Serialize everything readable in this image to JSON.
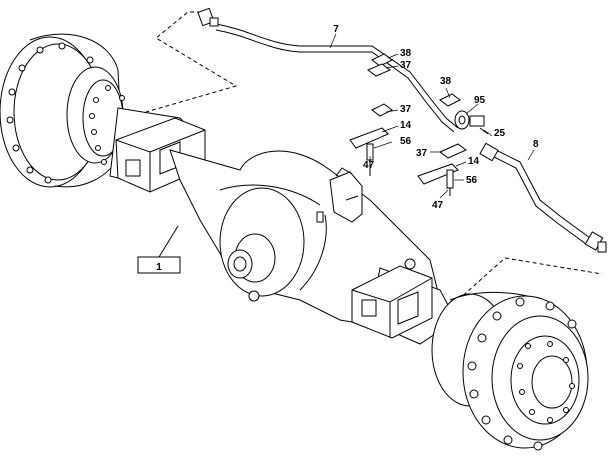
{
  "labels": {
    "l7": "7",
    "l38a": "38",
    "l37a": "37",
    "l38b": "38",
    "l95": "95",
    "l37b": "37",
    "l14a": "14",
    "l56a": "56",
    "l47a": "47",
    "l25": "25",
    "l8": "8",
    "l37c": "37",
    "l14b": "14",
    "l56b": "56",
    "l47b": "47",
    "l1": "1"
  }
}
